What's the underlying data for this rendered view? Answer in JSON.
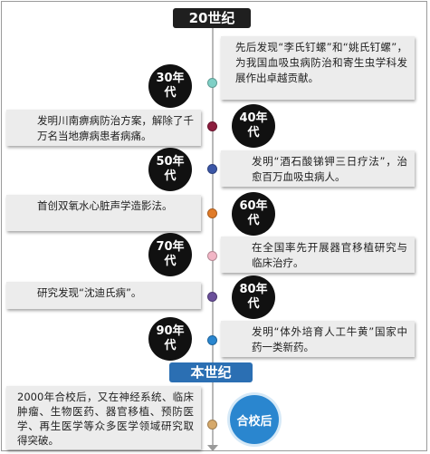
{
  "eras": {
    "top": "20世纪",
    "current": "本世纪"
  },
  "events": [
    {
      "decade": "30年代",
      "text": "先后发现“李氏钉螺”和“姚氏钉螺”，为我国血吸虫病防治和寄生虫学科发展作出卓越贡献。",
      "dot_color": "#7fd0c6"
    },
    {
      "decade": "40年代",
      "text": "发明川南痹病防治方案，解除了千万名当地痹病患者病痛。",
      "dot_color": "#8c1d3e"
    },
    {
      "decade": "50年代",
      "text": "发明“酒石酸锑钾三日疗法”，治愈百万血吸虫病人。",
      "dot_color": "#3b56a6"
    },
    {
      "decade": "60年代",
      "text": "首创双氧水心脏声学造影法。",
      "dot_color": "#e07b29"
    },
    {
      "decade": "70年代",
      "text": "在全国率先开展器官移植研究与临床治疗。",
      "dot_color": "#f2b6c6"
    },
    {
      "decade": "80年代",
      "text": "研究发现“沈迪氏病”。",
      "dot_color": "#6a4f9a"
    },
    {
      "decade": "90年代",
      "text": "发明“体外培育人工牛黄”国家中药一类新药。",
      "dot_color": "#2a86cf"
    }
  ],
  "merger": {
    "badge": "合校后",
    "text": "2000年合校后，又在神经系统、临床肿瘤、生物医药、器官移植、预防医学、再生医学等众多医学领域研究取得突破。",
    "dot_color": "#d6a96b"
  }
}
